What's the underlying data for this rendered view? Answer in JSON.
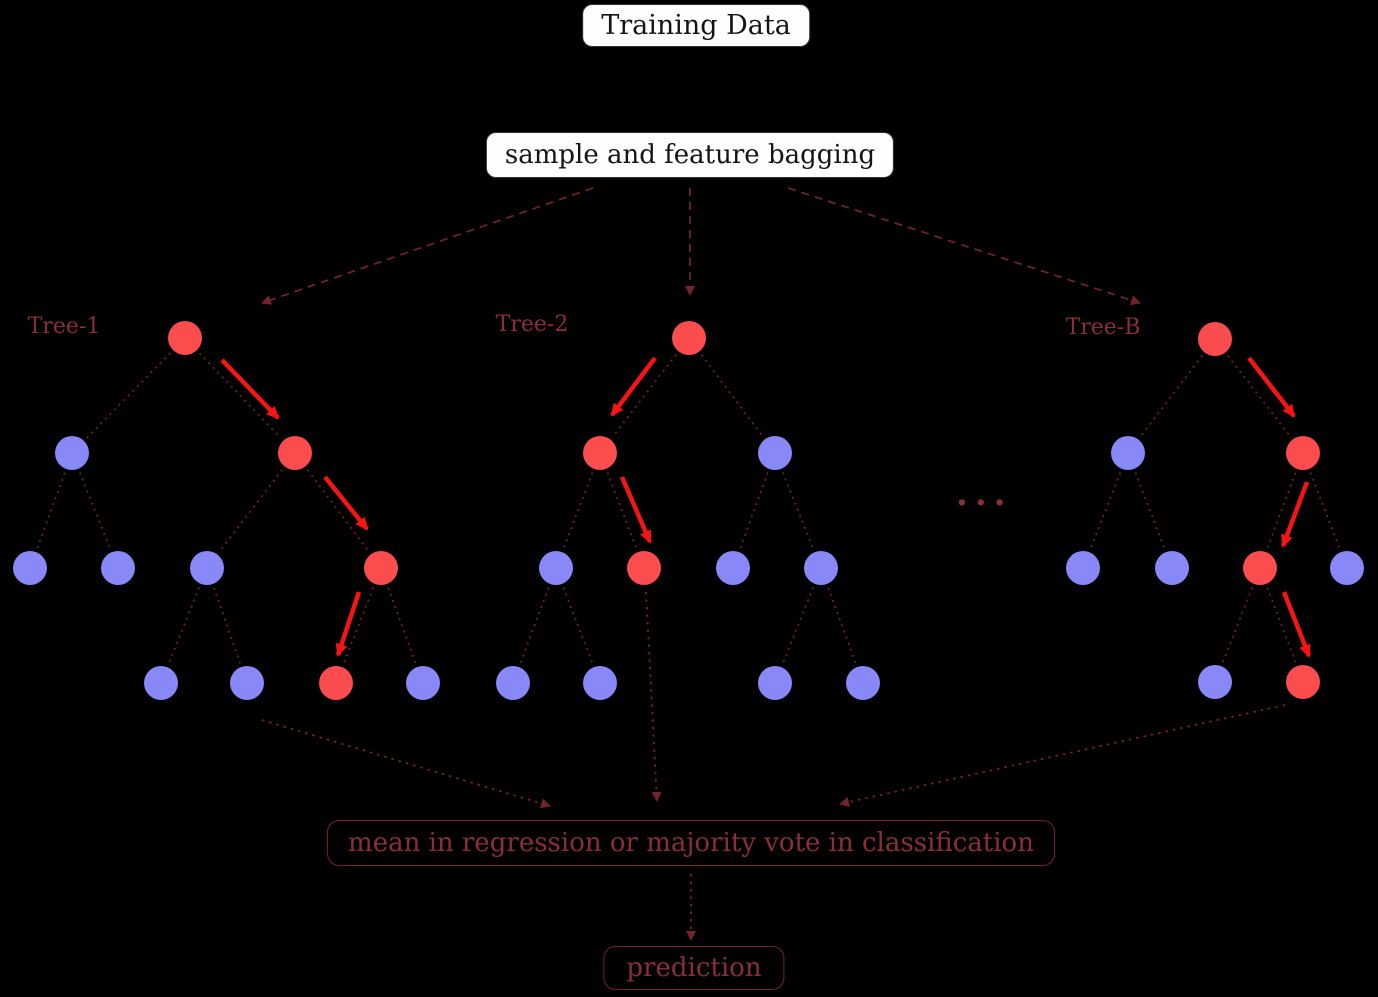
{
  "title": "Training Data",
  "bagging": "sample and feature bagging",
  "aggregation": "mean in regression or majority vote in classification",
  "prediction": "prediction",
  "ellipsis": "...",
  "tree_labels": [
    "Tree-1",
    "Tree-2",
    "Tree-B"
  ],
  "colors": {
    "background": "#000000",
    "node_red": "#fb4d4d",
    "node_blue": "#8888f8",
    "path_red": "#f51515",
    "faint_line": "#73232f",
    "faint_text": "#8a2f3a",
    "box_bg": "#fefefe",
    "box_text": "#141414"
  },
  "diagram": {
    "node_radius": 17,
    "trees": [
      {
        "name": "tree-1",
        "nodes": [
          [
            185,
            338,
            "r"
          ],
          [
            72,
            453,
            "b"
          ],
          [
            295,
            453,
            "r"
          ],
          [
            30,
            568,
            "b"
          ],
          [
            118,
            568,
            "b"
          ],
          [
            207,
            568,
            "b"
          ],
          [
            381,
            568,
            "r"
          ],
          [
            161,
            683,
            "b"
          ],
          [
            247,
            683,
            "b"
          ],
          [
            336,
            683,
            "r"
          ],
          [
            423,
            683,
            "b"
          ]
        ],
        "edges": [
          [
            0,
            1
          ],
          [
            0,
            2
          ],
          [
            1,
            3
          ],
          [
            1,
            4
          ],
          [
            2,
            5
          ],
          [
            2,
            6
          ],
          [
            5,
            7
          ],
          [
            5,
            8
          ],
          [
            6,
            9
          ],
          [
            6,
            10
          ]
        ],
        "path_arrows": [
          [
            222,
            360,
            278,
            418
          ],
          [
            325,
            477,
            367,
            529
          ],
          [
            359,
            592,
            338,
            655
          ]
        ]
      },
      {
        "name": "tree-2",
        "nodes": [
          [
            689,
            338,
            "r"
          ],
          [
            600,
            453,
            "r"
          ],
          [
            775,
            453,
            "b"
          ],
          [
            556,
            568,
            "b"
          ],
          [
            644,
            568,
            "r"
          ],
          [
            733,
            568,
            "b"
          ],
          [
            821,
            568,
            "b"
          ],
          [
            513,
            683,
            "b"
          ],
          [
            600,
            683,
            "b"
          ],
          [
            775,
            683,
            "b"
          ],
          [
            863,
            683,
            "b"
          ]
        ],
        "edges": [
          [
            0,
            1
          ],
          [
            0,
            2
          ],
          [
            1,
            3
          ],
          [
            1,
            4
          ],
          [
            2,
            5
          ],
          [
            2,
            6
          ],
          [
            3,
            7
          ],
          [
            3,
            8
          ],
          [
            6,
            9
          ],
          [
            6,
            10
          ]
        ],
        "path_arrows": [
          [
            655,
            358,
            612,
            415
          ],
          [
            622,
            477,
            650,
            542
          ]
        ]
      },
      {
        "name": "tree-B",
        "nodes": [
          [
            1215,
            339,
            "r"
          ],
          [
            1128,
            453,
            "b"
          ],
          [
            1303,
            453,
            "r"
          ],
          [
            1083,
            568,
            "b"
          ],
          [
            1172,
            568,
            "b"
          ],
          [
            1260,
            568,
            "r"
          ],
          [
            1347,
            568,
            "b"
          ],
          [
            1215,
            682,
            "b"
          ],
          [
            1303,
            682,
            "r"
          ]
        ],
        "edges": [
          [
            0,
            1
          ],
          [
            0,
            2
          ],
          [
            1,
            3
          ],
          [
            1,
            4
          ],
          [
            2,
            5
          ],
          [
            2,
            6
          ],
          [
            5,
            7
          ],
          [
            5,
            8
          ]
        ],
        "path_arrows": [
          [
            1249,
            358,
            1294,
            416
          ],
          [
            1307,
            482,
            1283,
            546
          ],
          [
            1284,
            592,
            1309,
            656
          ]
        ]
      }
    ],
    "bagging_arrows": [
      [
        593,
        188,
        262,
        303
      ],
      [
        690,
        188,
        690,
        295
      ],
      [
        788,
        188,
        1140,
        303
      ]
    ],
    "result_arrows": [
      [
        262,
        720,
        550,
        806
      ],
      [
        646,
        592,
        657,
        801
      ],
      [
        1285,
        705,
        840,
        804
      ],
      [
        691,
        874,
        691,
        940
      ]
    ]
  }
}
